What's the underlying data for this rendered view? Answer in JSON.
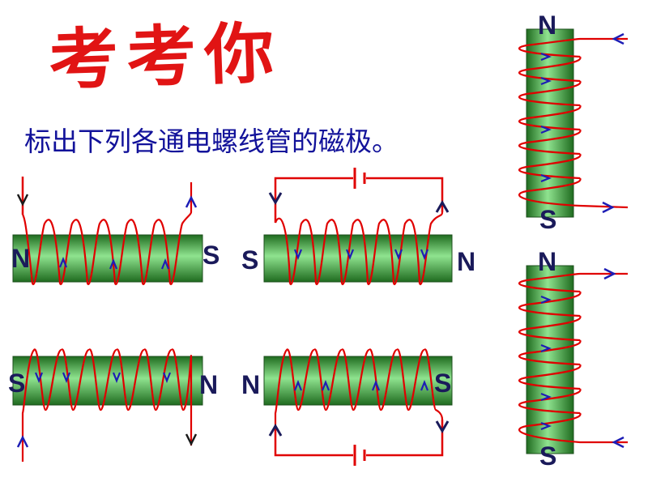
{
  "title": "考考你",
  "instruction": "标出下列各通电螺线管的磁极。",
  "solenoids": [
    {
      "id": "s1",
      "orientation": "horizontal",
      "left_pole": "N",
      "right_pole": "S"
    },
    {
      "id": "s2",
      "orientation": "horizontal",
      "left_pole": "S",
      "right_pole": "N"
    },
    {
      "id": "s3",
      "orientation": "horizontal",
      "left_pole": "S",
      "right_pole": "N"
    },
    {
      "id": "s4",
      "orientation": "horizontal",
      "left_pole": "N",
      "right_pole": "S"
    },
    {
      "id": "s5",
      "orientation": "vertical",
      "top_pole": "N",
      "bottom_pole": "S"
    },
    {
      "id": "s6",
      "orientation": "vertical",
      "top_pole": "N",
      "bottom_pole": "S"
    }
  ],
  "colors": {
    "title": "#e11414",
    "instruction": "#12129a",
    "wire": "#e00000",
    "core": "#3aa83a",
    "current_arrow": "#1d1db5",
    "pole_label": "#1a1a5a",
    "battery": "#e00000"
  },
  "icons": [
    "battery-icon",
    "current-arrow-icon"
  ]
}
